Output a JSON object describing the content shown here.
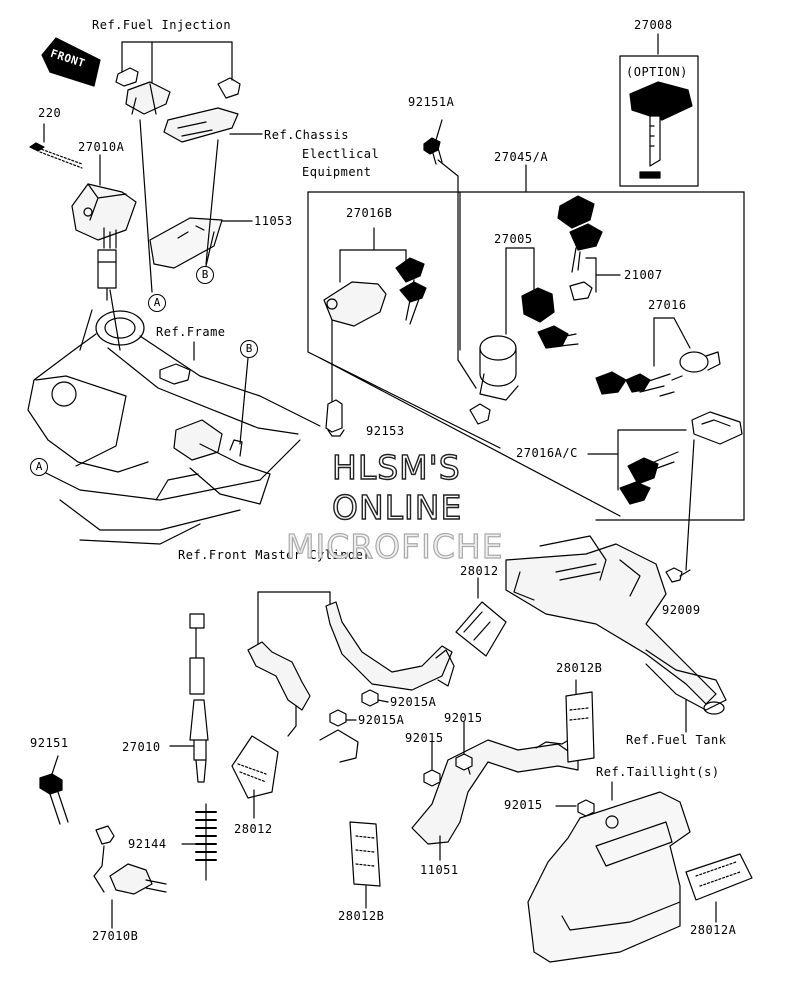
{
  "diagram": {
    "front_arrow_text": "FRONT",
    "references": {
      "fuel_injection": "Ref.Fuel Injection",
      "chassis_1": "Ref.Chassis",
      "chassis_2": "Electlical",
      "chassis_3": "Equipment",
      "frame": "Ref.Frame",
      "front_master_cylinder": "Ref.Front Master Cylinder",
      "fuel_tank": "Ref.Fuel Tank",
      "taillight": "Ref.Taillight(s)"
    },
    "option_label": "(OPTION)",
    "callouts": {
      "A": "A",
      "B": "B"
    },
    "parts": {
      "p27008": "27008",
      "p220": "220",
      "p27010A": "27010A",
      "p11053": "11053",
      "p92151A": "92151A",
      "p27045A": "27045/A",
      "p27016B": "27016B",
      "p27005": "27005",
      "p21007": "21007",
      "p27016": "27016",
      "p92153": "92153",
      "p27016AC": "27016A/C",
      "p28012_top": "28012",
      "p92009": "92009",
      "p92015A_1": "92015A",
      "p92015A_2": "92015A",
      "p28012B_top": "28012B",
      "p92015_1": "92015",
      "p92015_2": "92015",
      "p92015_3": "92015",
      "p92151": "92151",
      "p27010": "27010",
      "p28012_bottom": "28012",
      "p92144": "92144",
      "p11051": "11051",
      "p28012B_bottom": "28012B",
      "p28012A": "28012A",
      "p27010B": "27010B"
    },
    "watermark": {
      "line1": "HLSM'S",
      "line2": "ONLINE",
      "line3": "MICROFICHE"
    }
  }
}
